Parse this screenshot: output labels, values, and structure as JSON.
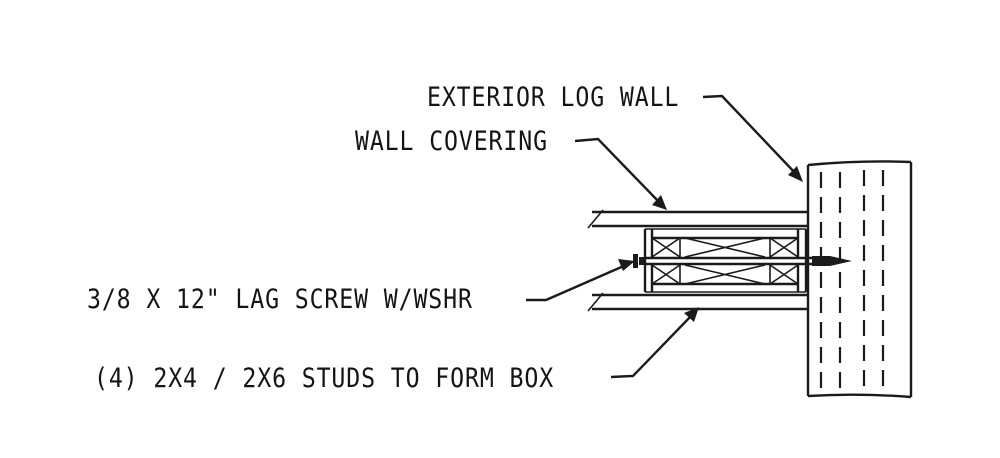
{
  "callouts": {
    "exterior_log_wall": "EXTERIOR LOG WALL",
    "wall_covering": "WALL COVERING",
    "lag_screw": "3/8 X 12\" LAG SCREW W/WSHR",
    "studs": "(4) 2X4 / 2X6 STUDS TO FORM BOX"
  }
}
